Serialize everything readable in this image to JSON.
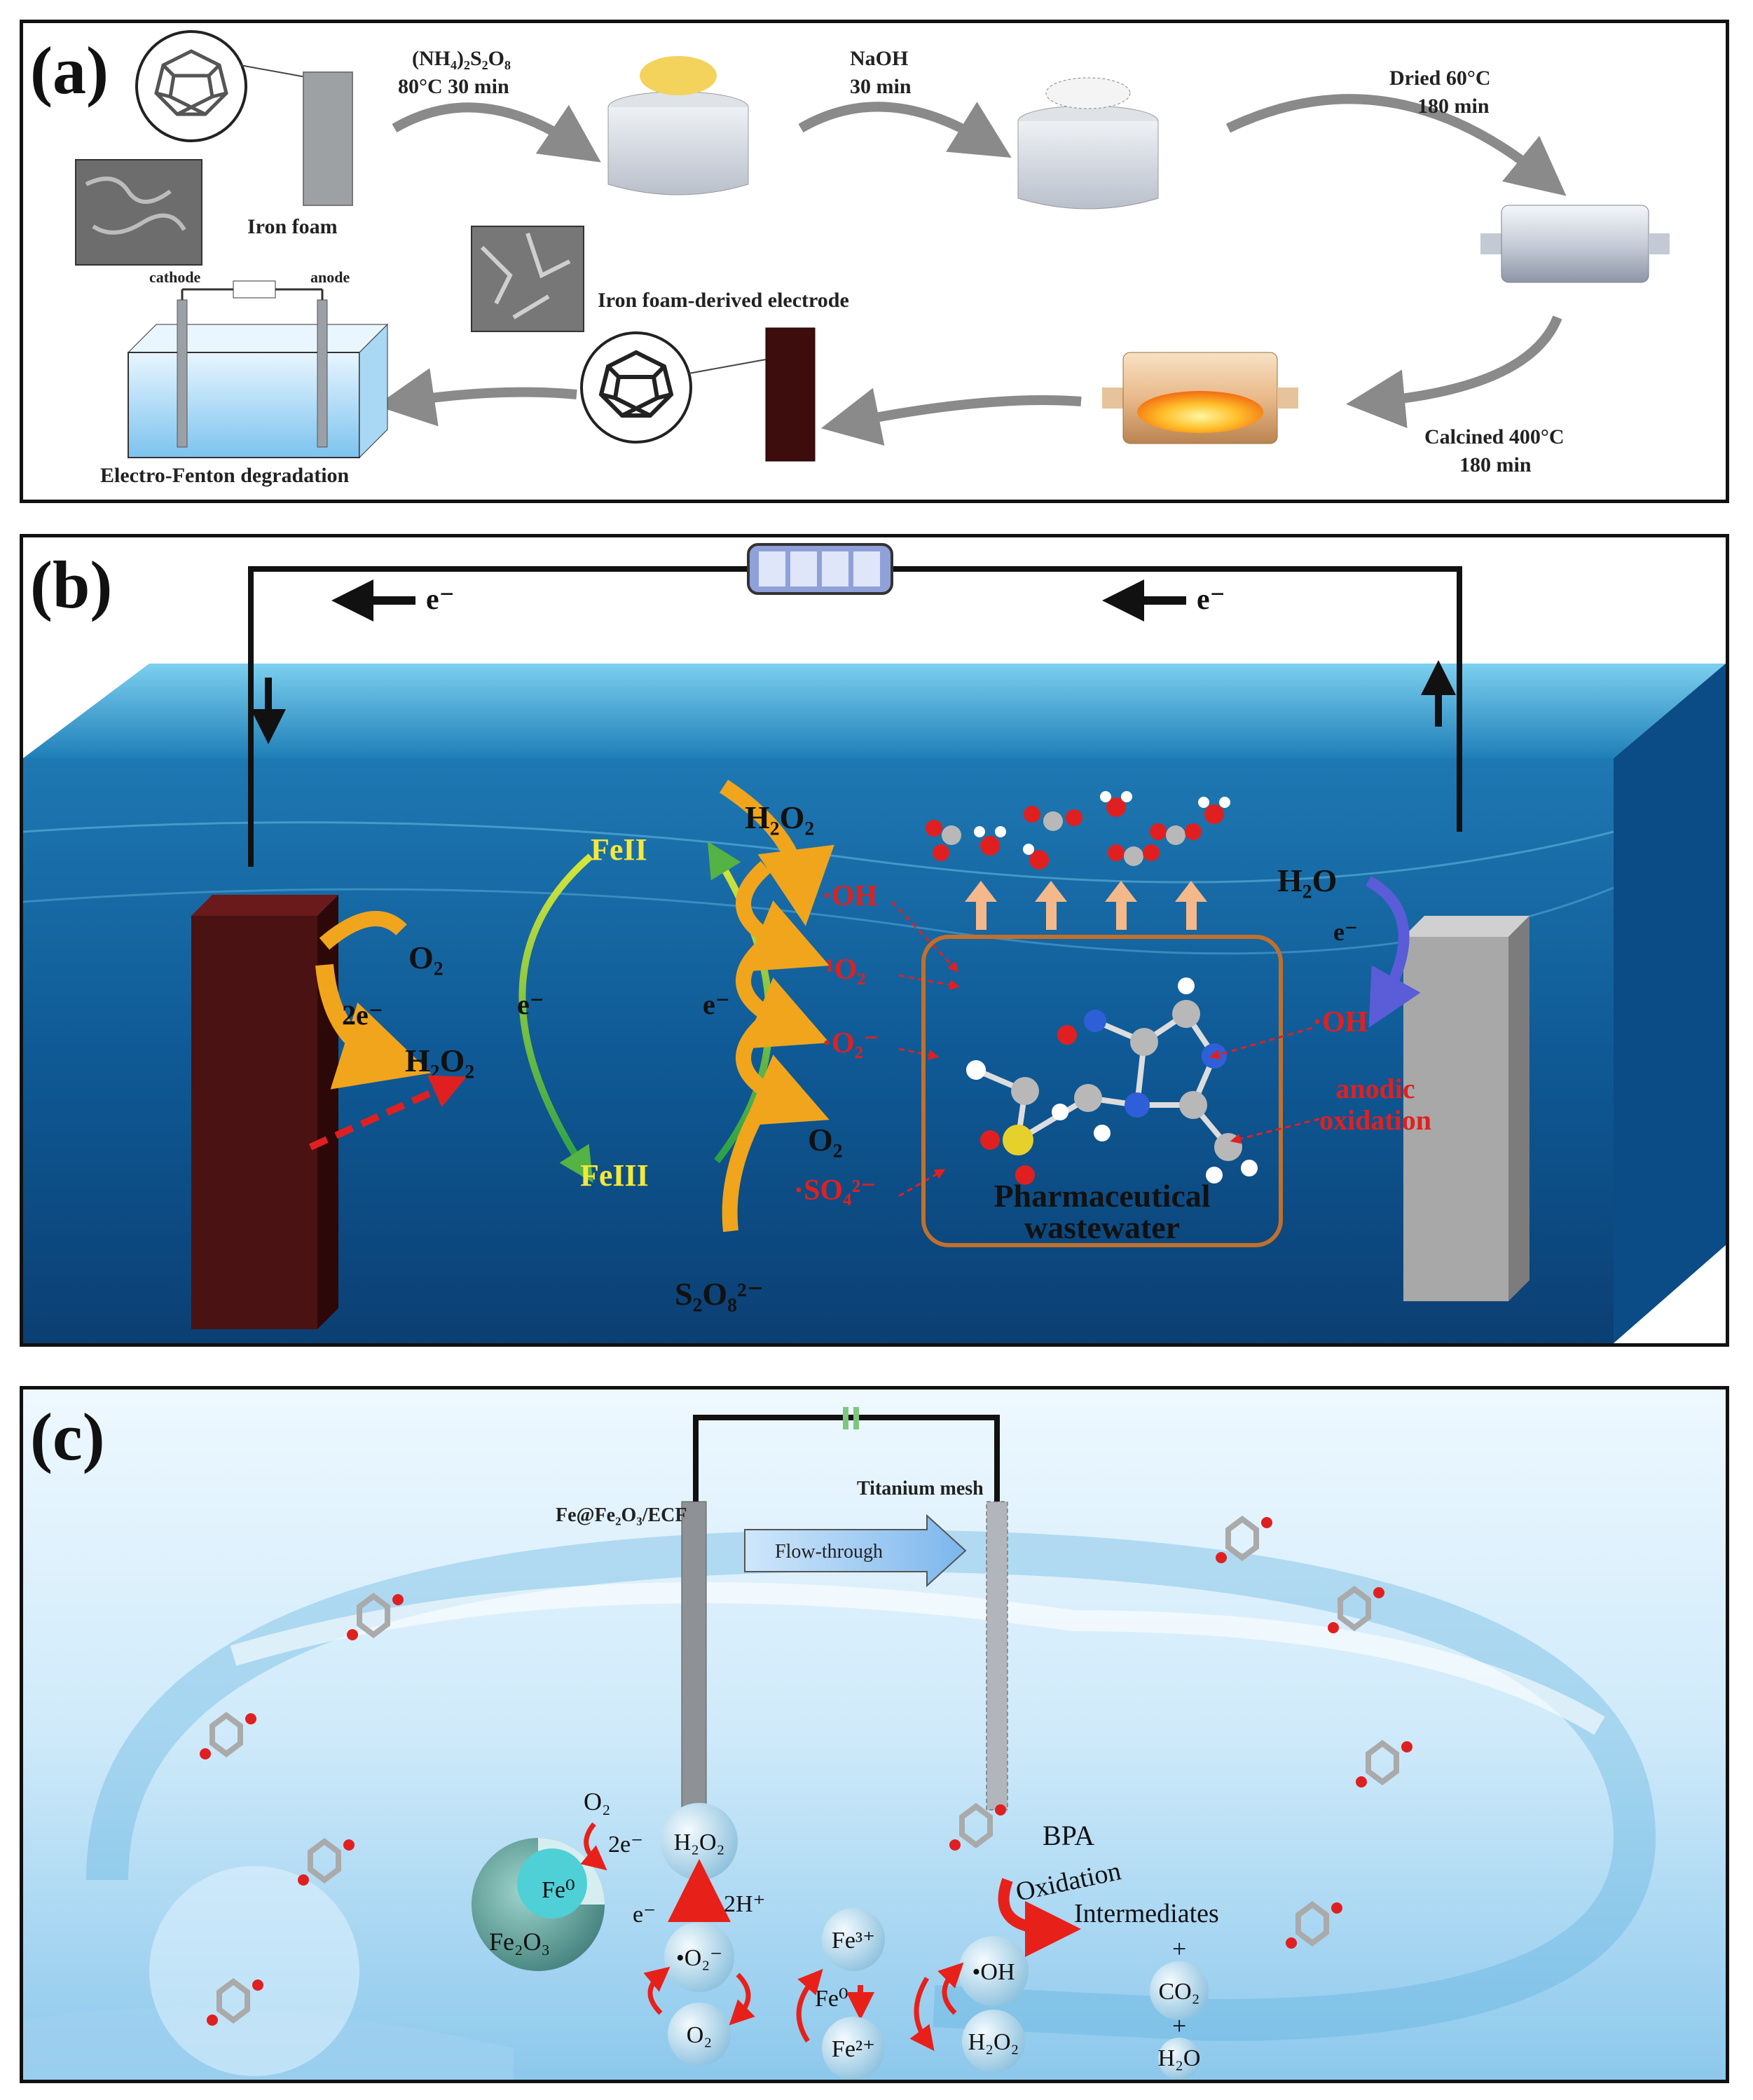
{
  "panel_a": {
    "label": "(a)",
    "iron_foam": "Iron foam",
    "step1_line1": "(NH₄)₂S₂O₈",
    "step1_line2": "80°C  30 min",
    "step2_line1": "NaOH",
    "step2_line2": "30 min",
    "step3_line1": "Dried  60°C",
    "step3_line2": "180 min",
    "step4_line1": "Calcined 400°C",
    "step4_line2": "180 min",
    "electrode": "Iron foam-derived electrode",
    "cathode": "cathode",
    "anode": "anode",
    "degradation": "Electro-Fenton degradation"
  },
  "panel_b": {
    "label": "(b)",
    "e_left": "e⁻",
    "e_right": "e⁻",
    "o2": "O₂",
    "two_e": "2e⁻",
    "h2o2_cathode": "H₂O₂",
    "e_cycle": "e⁻",
    "fe2": "FeII",
    "fe3": "FeIII",
    "h2o2_top": "H₂O₂",
    "e_mid": "e⁻",
    "o2_right": "O₂",
    "s2o8": "S₂O₈²⁻",
    "oh_radical": "·OH",
    "singlet_o2": "¹O₂",
    "superoxide": "·O₂⁻",
    "sulfate_radical": "·SO₄²⁻",
    "pharma_line1": "Pharmaceutical",
    "pharma_line2": "wastewater",
    "h2o": "H₂O",
    "e_anode": "e⁻",
    "oh_anode": "·OH",
    "anodic_line1": "anodic",
    "anodic_line2": "oxidation"
  },
  "panel_c": {
    "label": "(c)",
    "electrode_left": "Fe@Fe₂O₃/ECF",
    "electrode_right": "Titanium mesh",
    "flow": "Flow-through",
    "o2_top": "O₂",
    "two_e": "2e⁻",
    "h2o2": "H₂O₂",
    "fe0_core": "Fe⁰",
    "fe2o3": "Fe₂O₃",
    "e_minus": "e⁻",
    "two_h": "2H⁺",
    "superoxide": "•O₂⁻",
    "o2_bottom": "O₂",
    "fe3": "Fe³⁺",
    "fe0": "Fe⁰",
    "fe2": "Fe²⁺",
    "oh": "•OH",
    "h2o2_bottom": "H₂O₂",
    "bpa": "BPA",
    "oxidation": "Oxidation",
    "intermediates": "Intermediates",
    "plus1": "+",
    "co2": "CO₂",
    "plus2": "+",
    "h2o": "H₂O"
  },
  "colors": {
    "cathode": "#4a1212",
    "anode": "#a8a8a8",
    "water_deep": "#0d4f86",
    "water_light": "#3aa8d8",
    "orange_arrow": "#f0a51c",
    "radical_red": "#e02020",
    "fe_yellow": "#f4e83a"
  }
}
